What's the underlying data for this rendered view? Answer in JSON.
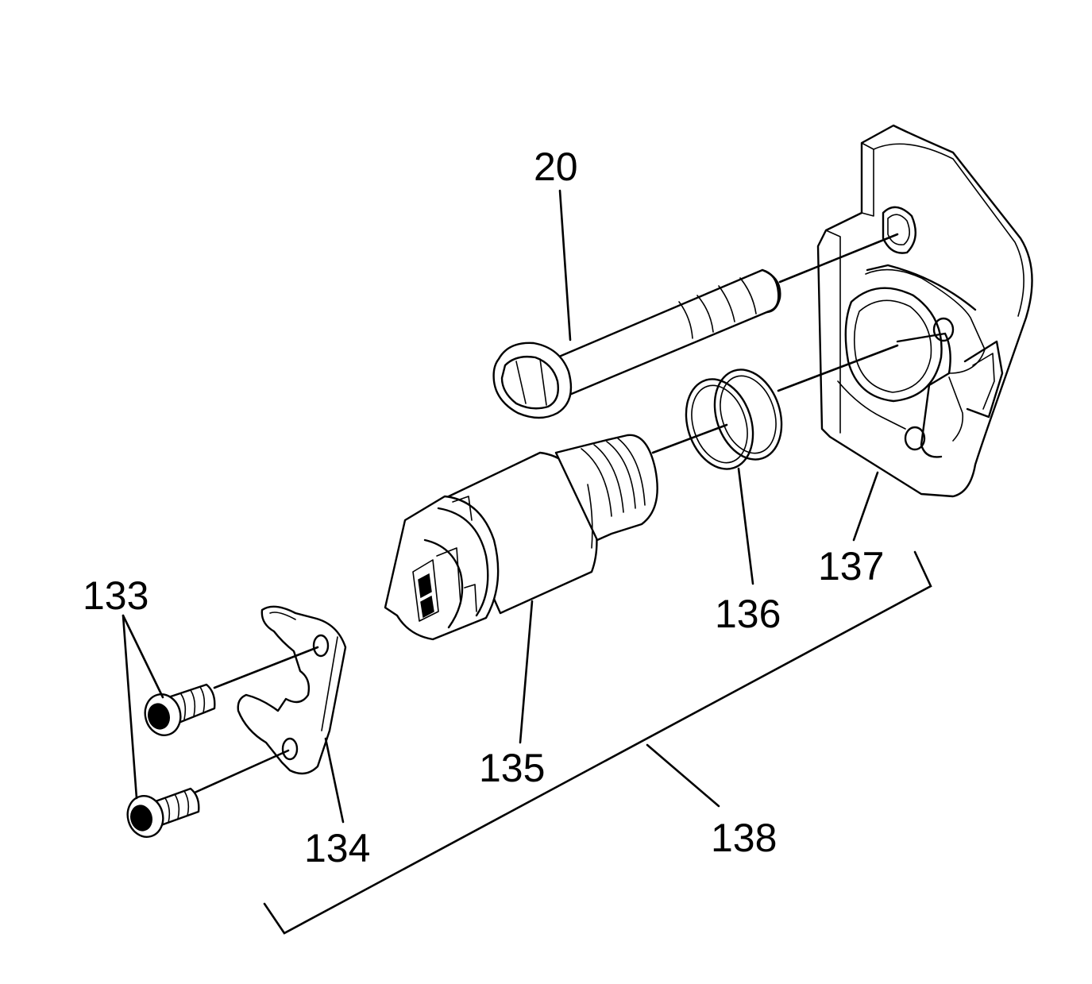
{
  "callouts": [
    {
      "id": "c20",
      "label": "20"
    },
    {
      "id": "c133",
      "label": "133"
    },
    {
      "id": "c134",
      "label": "134"
    },
    {
      "id": "c135",
      "label": "135"
    },
    {
      "id": "c136",
      "label": "136"
    },
    {
      "id": "c137",
      "label": "137"
    },
    {
      "id": "c138",
      "label": "138"
    }
  ],
  "colors": {
    "ink": "#000000",
    "paper": "#ffffff"
  },
  "parts": [
    "bolt",
    "screw",
    "retainer-plate",
    "solenoid",
    "o-ring",
    "housing-plate"
  ]
}
